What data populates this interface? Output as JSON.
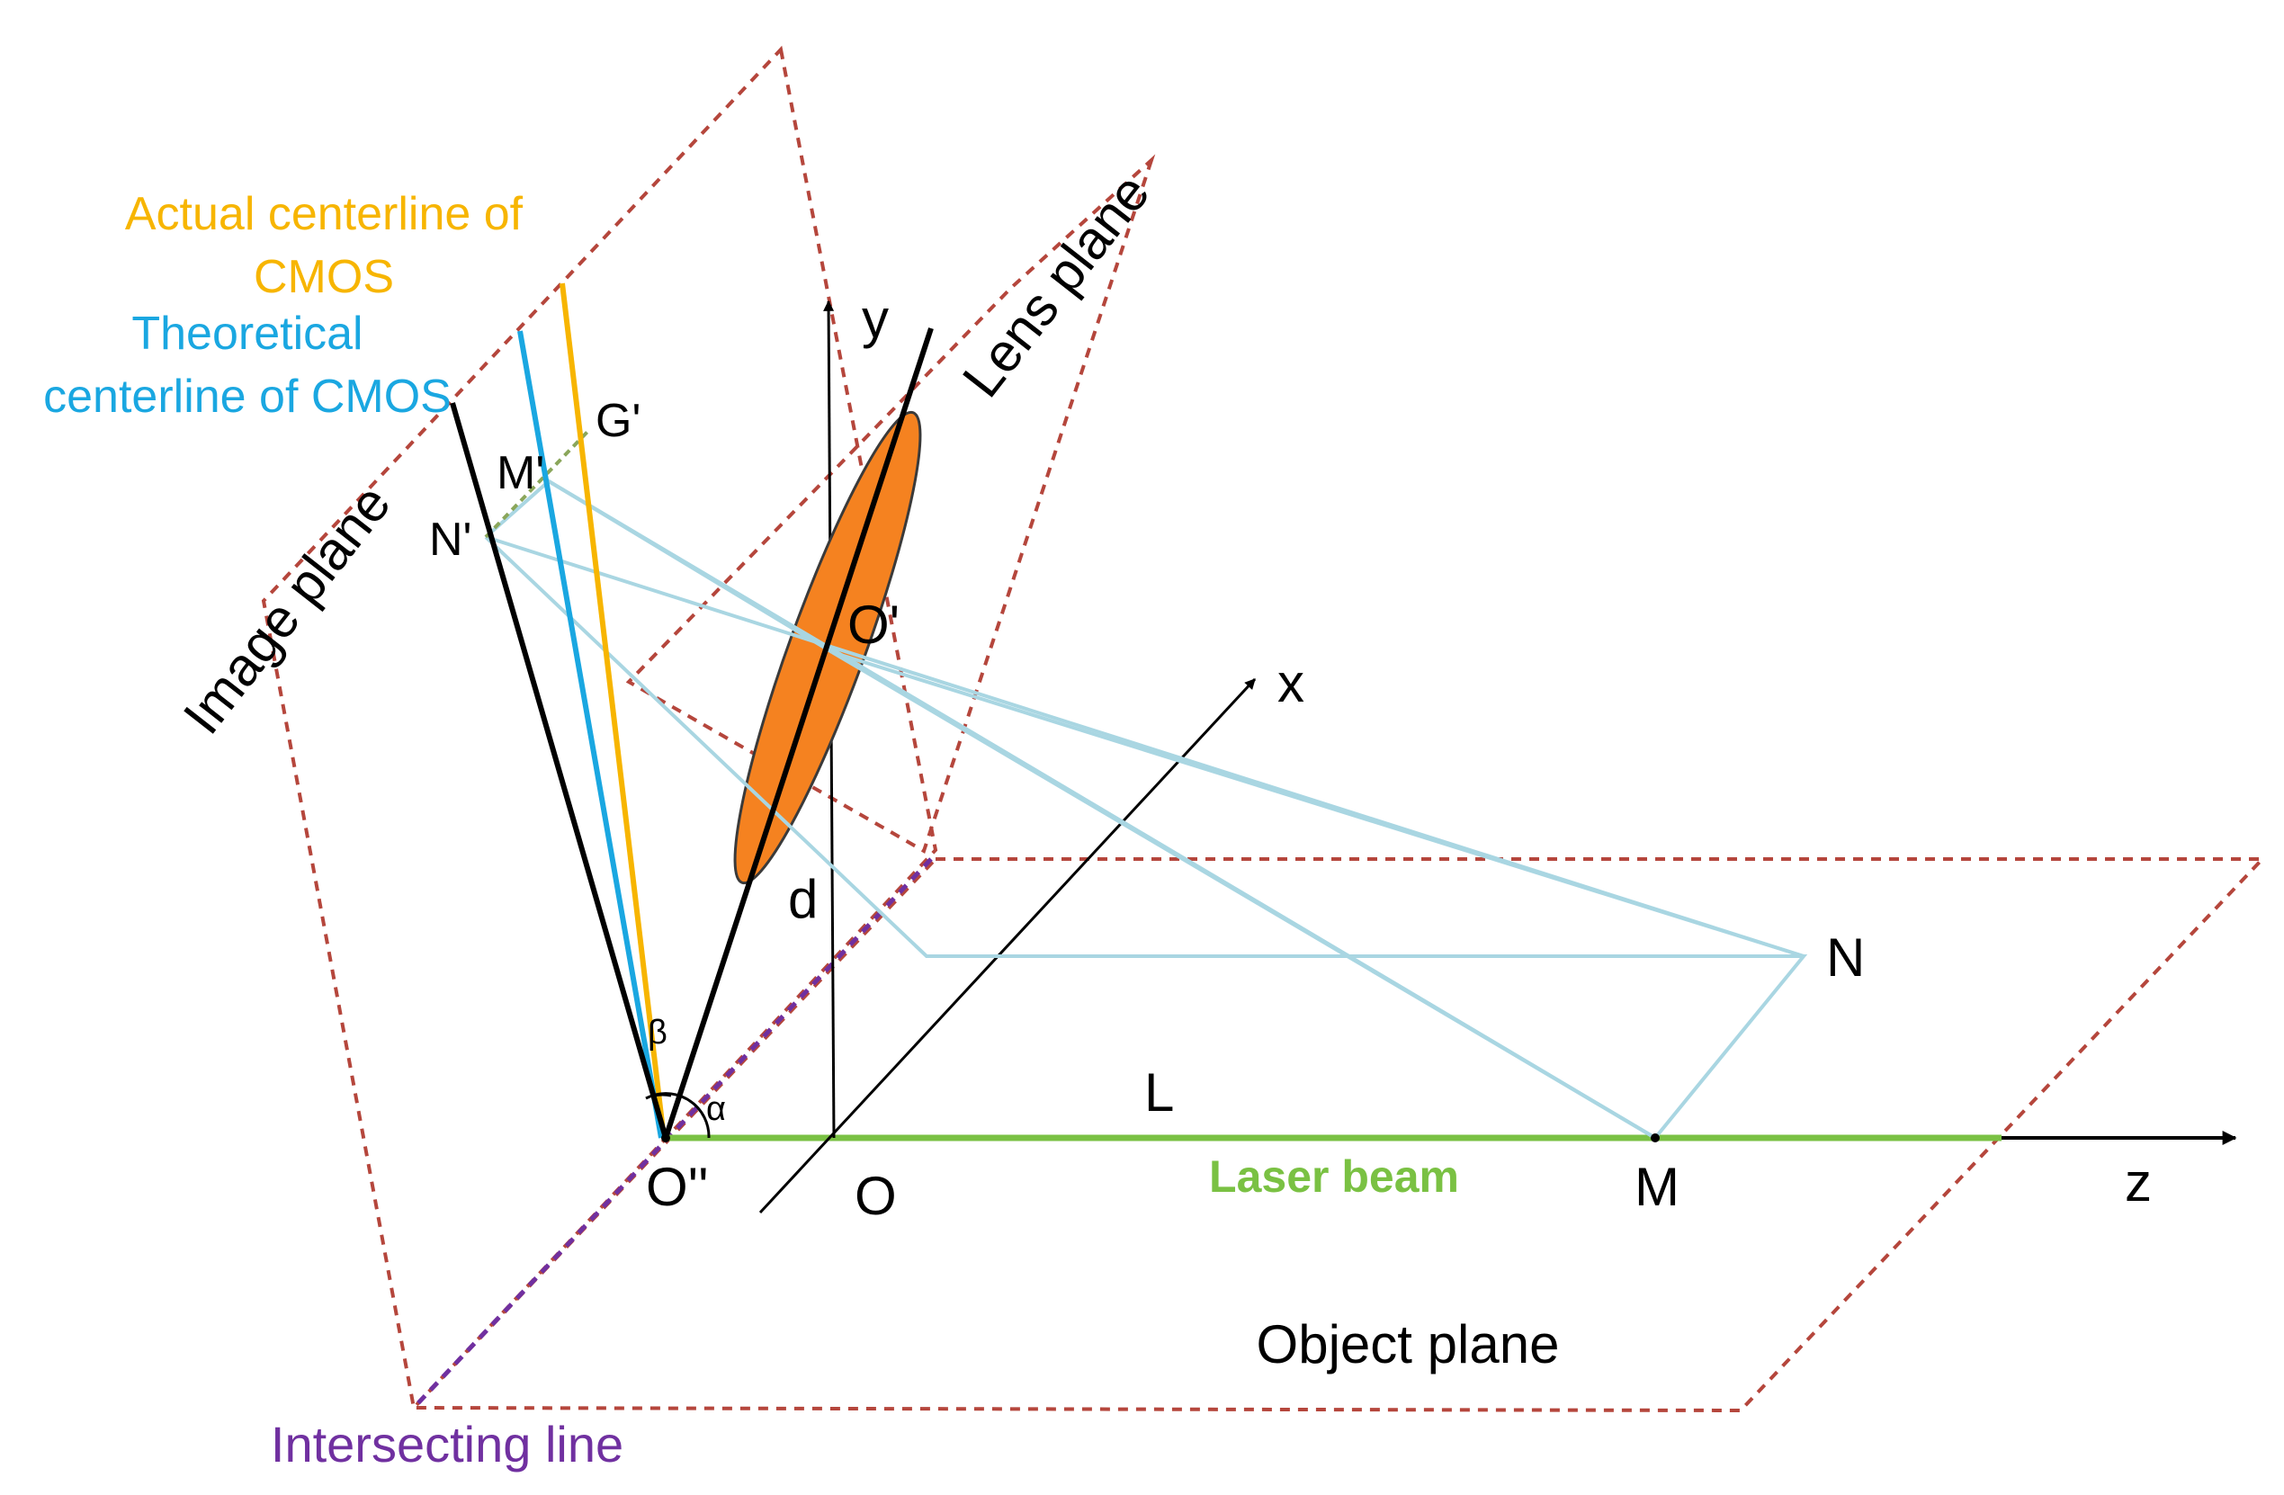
{
  "colors": {
    "plane_outline": "#b5463c",
    "intersecting_line": "#7030a0",
    "laser_beam": "#7ac143",
    "lens_fill": "#f58220",
    "ray": "#a9d6e2",
    "actual_centerline": "#f7b500",
    "theoretical_centerline": "#1aa7e1",
    "axes": "#000000"
  },
  "planes": {
    "image_plane": "Image plane",
    "lens_plane": "Lens plane",
    "object_plane": "Object plane"
  },
  "axes": {
    "x": "x",
    "y": "y",
    "z": "z"
  },
  "centerlines": {
    "actual_line1": "Actual centerline of",
    "actual_line2": "CMOS",
    "theoretical_line1": "Theoretical",
    "theoretical_line2": "centerline of CMOS"
  },
  "points": {
    "g_prime": "G'",
    "m_prime": "M'",
    "n_prime": "N'",
    "o_prime": "O'",
    "o_double_prime": "O''",
    "o": "O",
    "m": "M",
    "n": "N"
  },
  "labels": {
    "d": "d",
    "L": "L",
    "beta": "β",
    "alpha": "α",
    "laser_beam": "Laser beam",
    "intersecting_line": "Intersecting line"
  }
}
